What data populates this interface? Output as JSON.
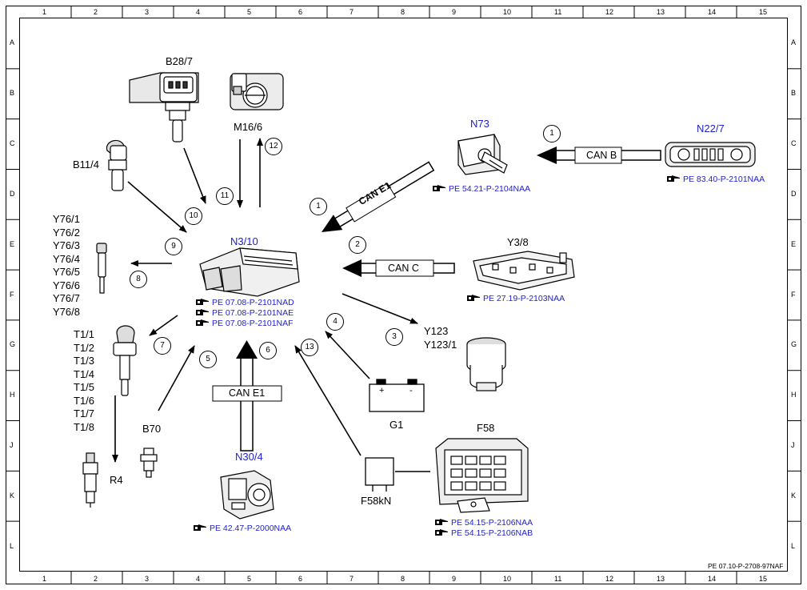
{
  "grid": {
    "columns": [
      "1",
      "2",
      "3",
      "4",
      "5",
      "6",
      "7",
      "8",
      "9",
      "10",
      "11",
      "12",
      "13",
      "14",
      "15"
    ],
    "rows": [
      "A",
      "B",
      "C",
      "D",
      "E",
      "F",
      "G",
      "H",
      "J",
      "K",
      "L"
    ]
  },
  "colors": {
    "line": "#000000",
    "reference_text": "#2222cc"
  },
  "components": {
    "b28_7": "B28/7",
    "m16_6": "M16/6",
    "b11_4": "B11/4",
    "n73": "N73",
    "n22_7": "N22/7",
    "n3_10": "N3/10",
    "y3_8": "Y3/8",
    "y76": [
      "Y76/1",
      "Y76/2",
      "Y76/3",
      "Y76/4",
      "Y76/5",
      "Y76/6",
      "Y76/7",
      "Y76/8"
    ],
    "t1": [
      "T1/1",
      "T1/2",
      "T1/3",
      "T1/4",
      "T1/5",
      "T1/6",
      "T1/7",
      "T1/8"
    ],
    "r4": "R4",
    "b70": "B70",
    "n30_4": "N30/4",
    "g1": "G1",
    "g1_plus": "+",
    "g1_minus": "-",
    "f58": "F58",
    "f58kn": "F58kN",
    "y123": "Y123",
    "y123_1": "Y123/1"
  },
  "buses": {
    "can_e1_diag": "CAN E1",
    "can_b": "CAN B",
    "can_c": "CAN C",
    "can_e1_vert": "CAN E1"
  },
  "references": {
    "n73": "PE 54.21-P-2104NAA",
    "n22_7": "PE 83.40-P-2101NAA",
    "y3_8": "PE 27.19-P-2103NAA",
    "n3_10": [
      "PE 07.08-P-2101NAD",
      "PE 07.08-P-2101NAE",
      "PE 07.08-P-2101NAF"
    ],
    "n30_4": "PE 42.47-P-2000NAA",
    "f58": [
      "PE 54.15-P-2106NAA",
      "PE 54.15-P-2106NAB"
    ]
  },
  "numbers": {
    "n1_upper": "1",
    "n1_left": "1",
    "n2": "2",
    "n3": "3",
    "n4": "4",
    "n5": "5",
    "n6": "6",
    "n7": "7",
    "n8": "8",
    "n9": "9",
    "n10": "10",
    "n11": "11",
    "n12": "12",
    "n13": "13"
  },
  "footer": "PE 07.10-P-2708-97NAF"
}
